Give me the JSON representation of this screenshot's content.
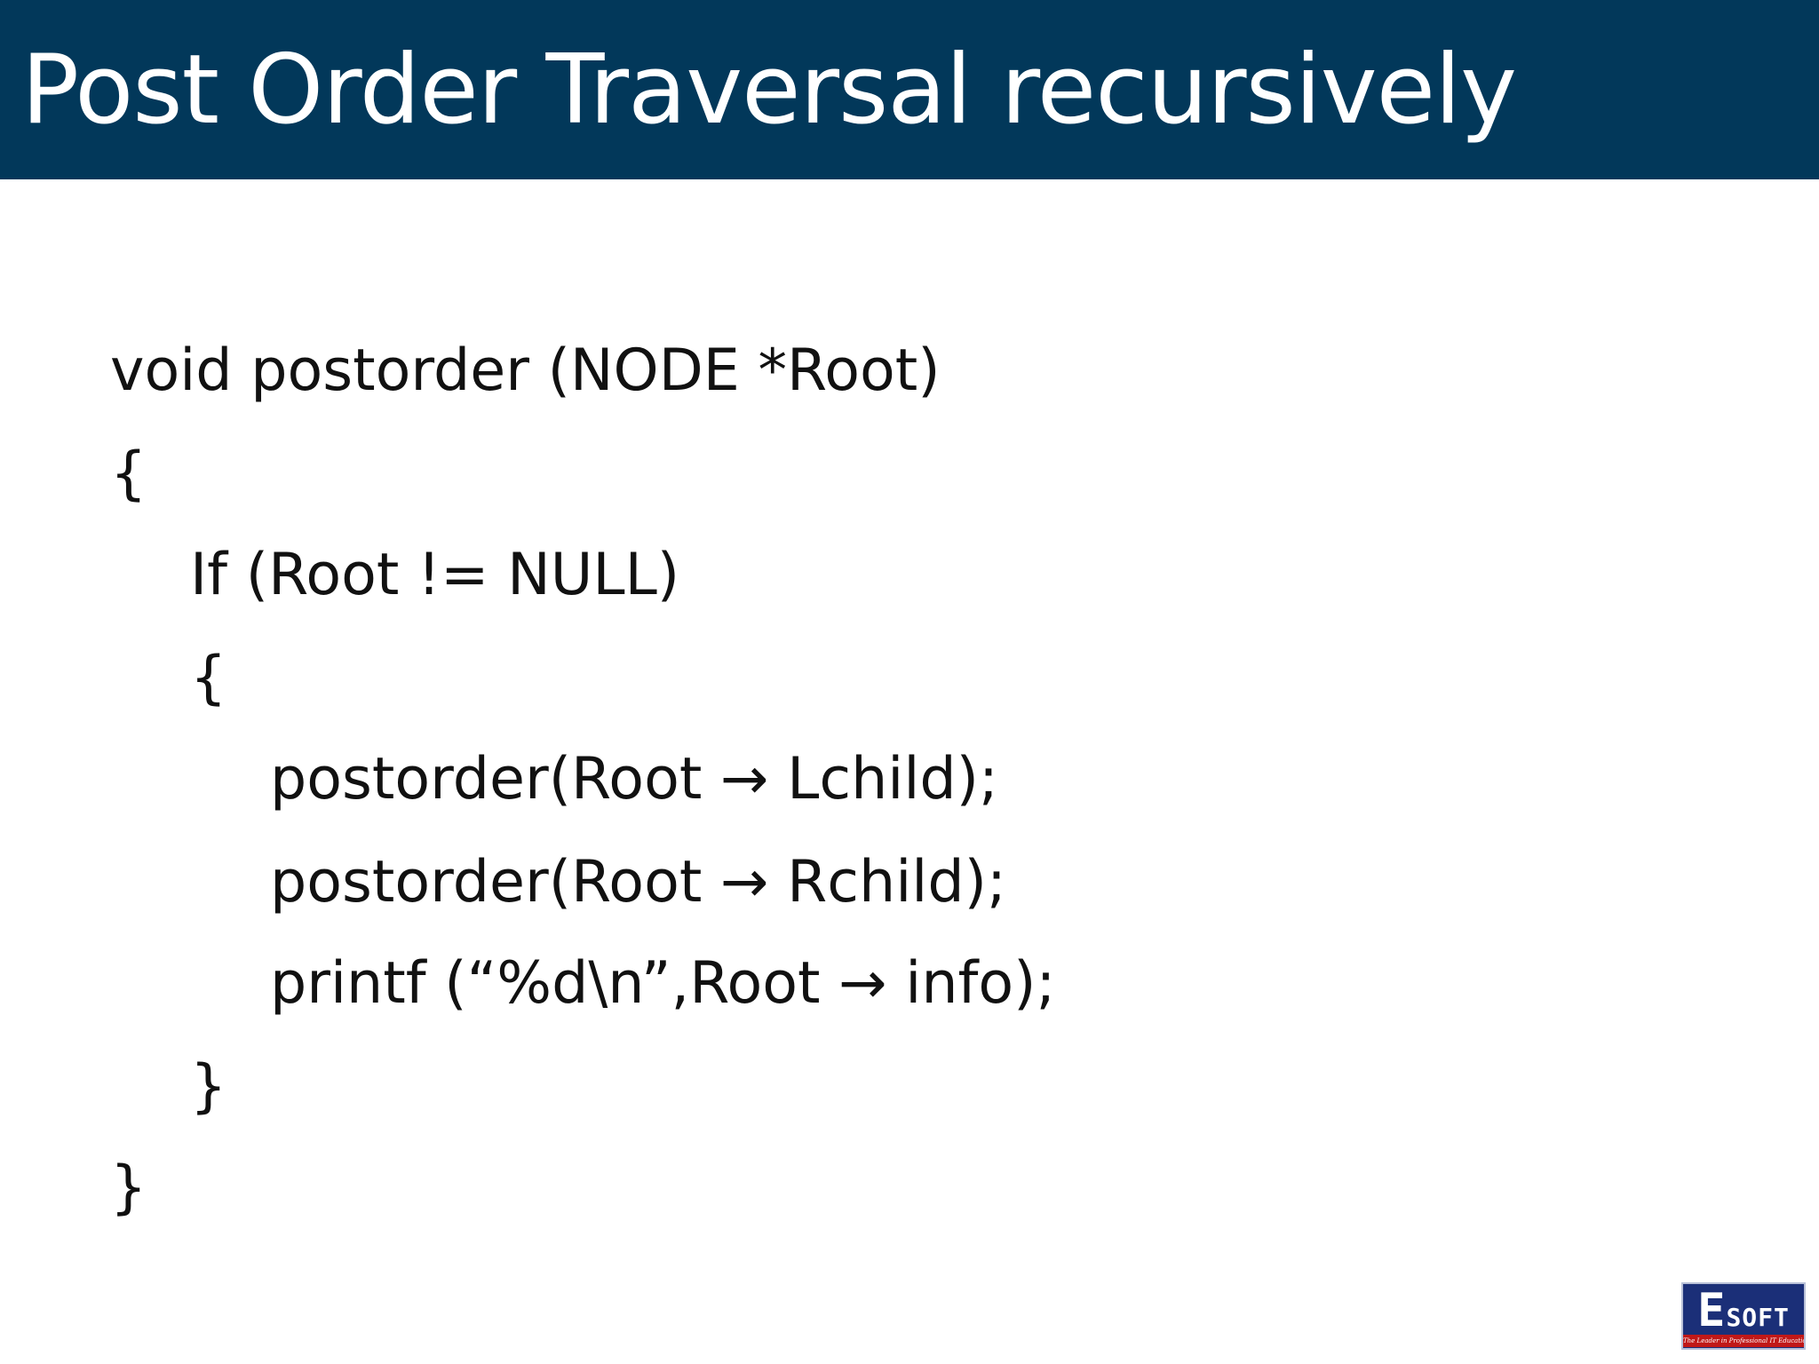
{
  "slide": {
    "title": "Post Order Traversal recursively",
    "code": {
      "line1": "void postorder (NODE *Root)",
      "line2": "{",
      "line3": "If (Root != NULL)",
      "line4": "{",
      "line5": "postorder(Root → Lchild);",
      "line6": "postorder(Root → Rchild);",
      "line7": "printf (“%d\\n”,Root → info);",
      "line8": "}",
      "line9": "}"
    },
    "logo": {
      "initial": "E",
      "rest": "SOFT",
      "tagline": "The Leader in Professional IT Education"
    }
  },
  "colors": {
    "title_bar": "#02385a",
    "title_text": "#ffffff",
    "body_text": "#111111",
    "logo_blue": "#1b2f78",
    "logo_red": "#c01818"
  }
}
